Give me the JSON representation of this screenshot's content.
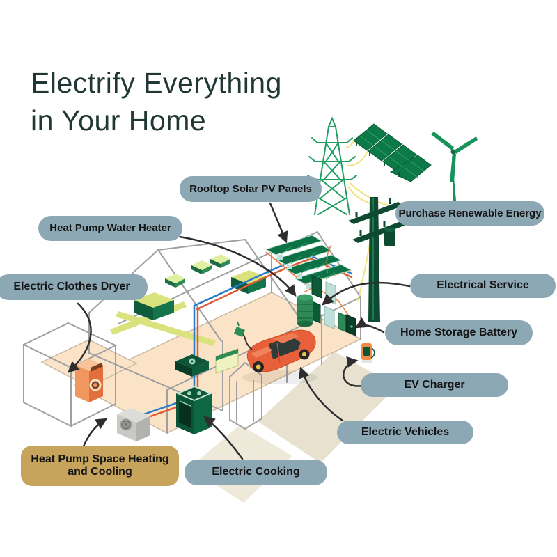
{
  "title": {
    "line1": "Electrify Everything",
    "line2": "in Your Home"
  },
  "labels": [
    {
      "id": "rooftop-solar",
      "text": "Rooftop Solar PV Panels"
    },
    {
      "id": "heat-pump-water-heater",
      "text": "Heat Pump Water Heater"
    },
    {
      "id": "electric-clothes-dryer",
      "text": "Electric Clothes Dryer"
    },
    {
      "id": "purchase-renewable-energy",
      "text": "Purchase Renewable Energy"
    },
    {
      "id": "electrical-service",
      "text": "Electrical Service"
    },
    {
      "id": "home-storage-battery",
      "text": "Home Storage Battery"
    },
    {
      "id": "ev-charger",
      "text": "EV Charger"
    },
    {
      "id": "electric-vehicles",
      "text": "Electric Vehicles"
    },
    {
      "id": "electric-cooking",
      "text": "Electric Cooking"
    },
    {
      "id": "heat-pump-space",
      "text": "Heat Pump Space Heating and Cooling"
    }
  ],
  "colors": {
    "background": "#FFFFFF",
    "title_text": "#203733",
    "label_background": "#8DA8B5",
    "label_text": "#141414",
    "highlight_label_background": "#C7A45B",
    "house_floor": "#FBE3C8",
    "driveway": "#E8E1D0",
    "wireframe": "#9D9FA1",
    "green_dark": "#0D5A39",
    "green_mid": "#2E8B57",
    "green_grid": "#1F9E60",
    "duct_yellow_green": "#D9E27D",
    "wire_yellow": "#EFE47E",
    "pipe_blue": "#2979C9",
    "pipe_red": "#E05A33",
    "appliance_orange": "#EF8B45",
    "car_red": "#E8603A",
    "arrow": "#2E2E2E"
  }
}
